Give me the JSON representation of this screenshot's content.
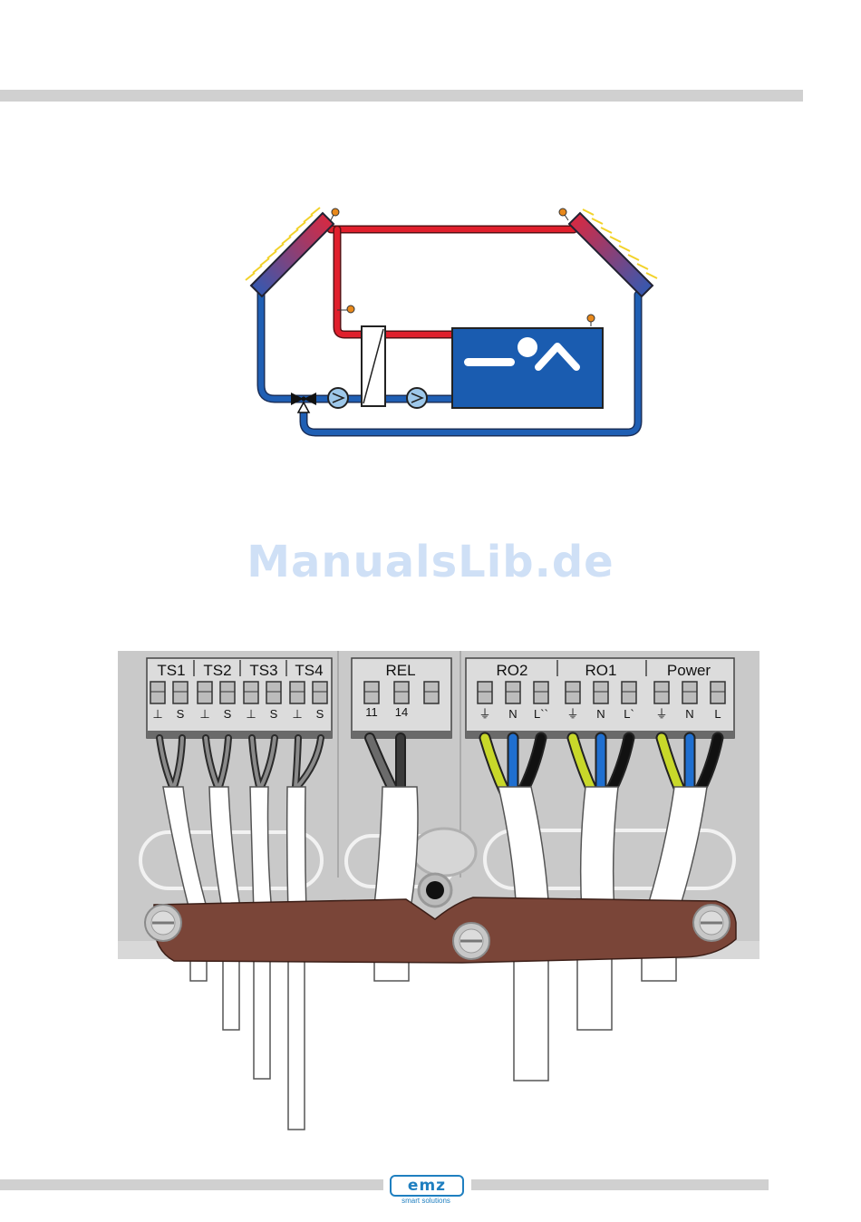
{
  "watermark": "ManualsLib.de",
  "terminals": {
    "groups": [
      {
        "label": "TS1",
        "pins": [
          "⊥",
          "S"
        ]
      },
      {
        "label": "TS2",
        "pins": [
          "⊥",
          "S"
        ]
      },
      {
        "label": "TS3",
        "pins": [
          "⊥",
          "S"
        ]
      },
      {
        "label": "TS4",
        "pins": [
          "⊥",
          "S"
        ]
      },
      {
        "label": "REL",
        "pins": [
          "11",
          "14"
        ]
      },
      {
        "label": "RO2",
        "pins": [
          "⏚",
          "N",
          "L``"
        ]
      },
      {
        "label": "RO1",
        "pins": [
          "⏚",
          "N",
          "L`"
        ]
      },
      {
        "label": "Power",
        "pins": [
          "⏚",
          "N",
          "L"
        ]
      }
    ]
  },
  "logo": {
    "name": "emz",
    "tagline": "smart solutions"
  },
  "colors": {
    "hot_pipe": "#e01f2c",
    "cold_pipe": "#1f5fb4",
    "pool": "#1a5cb0",
    "sensor": "#e8891c",
    "clamp": "#7a4538",
    "earth_wire": "#c8d82a",
    "neutral_wire": "#1f6fd0",
    "phase_wire": "#111111",
    "logo": "#1f7fc0"
  }
}
